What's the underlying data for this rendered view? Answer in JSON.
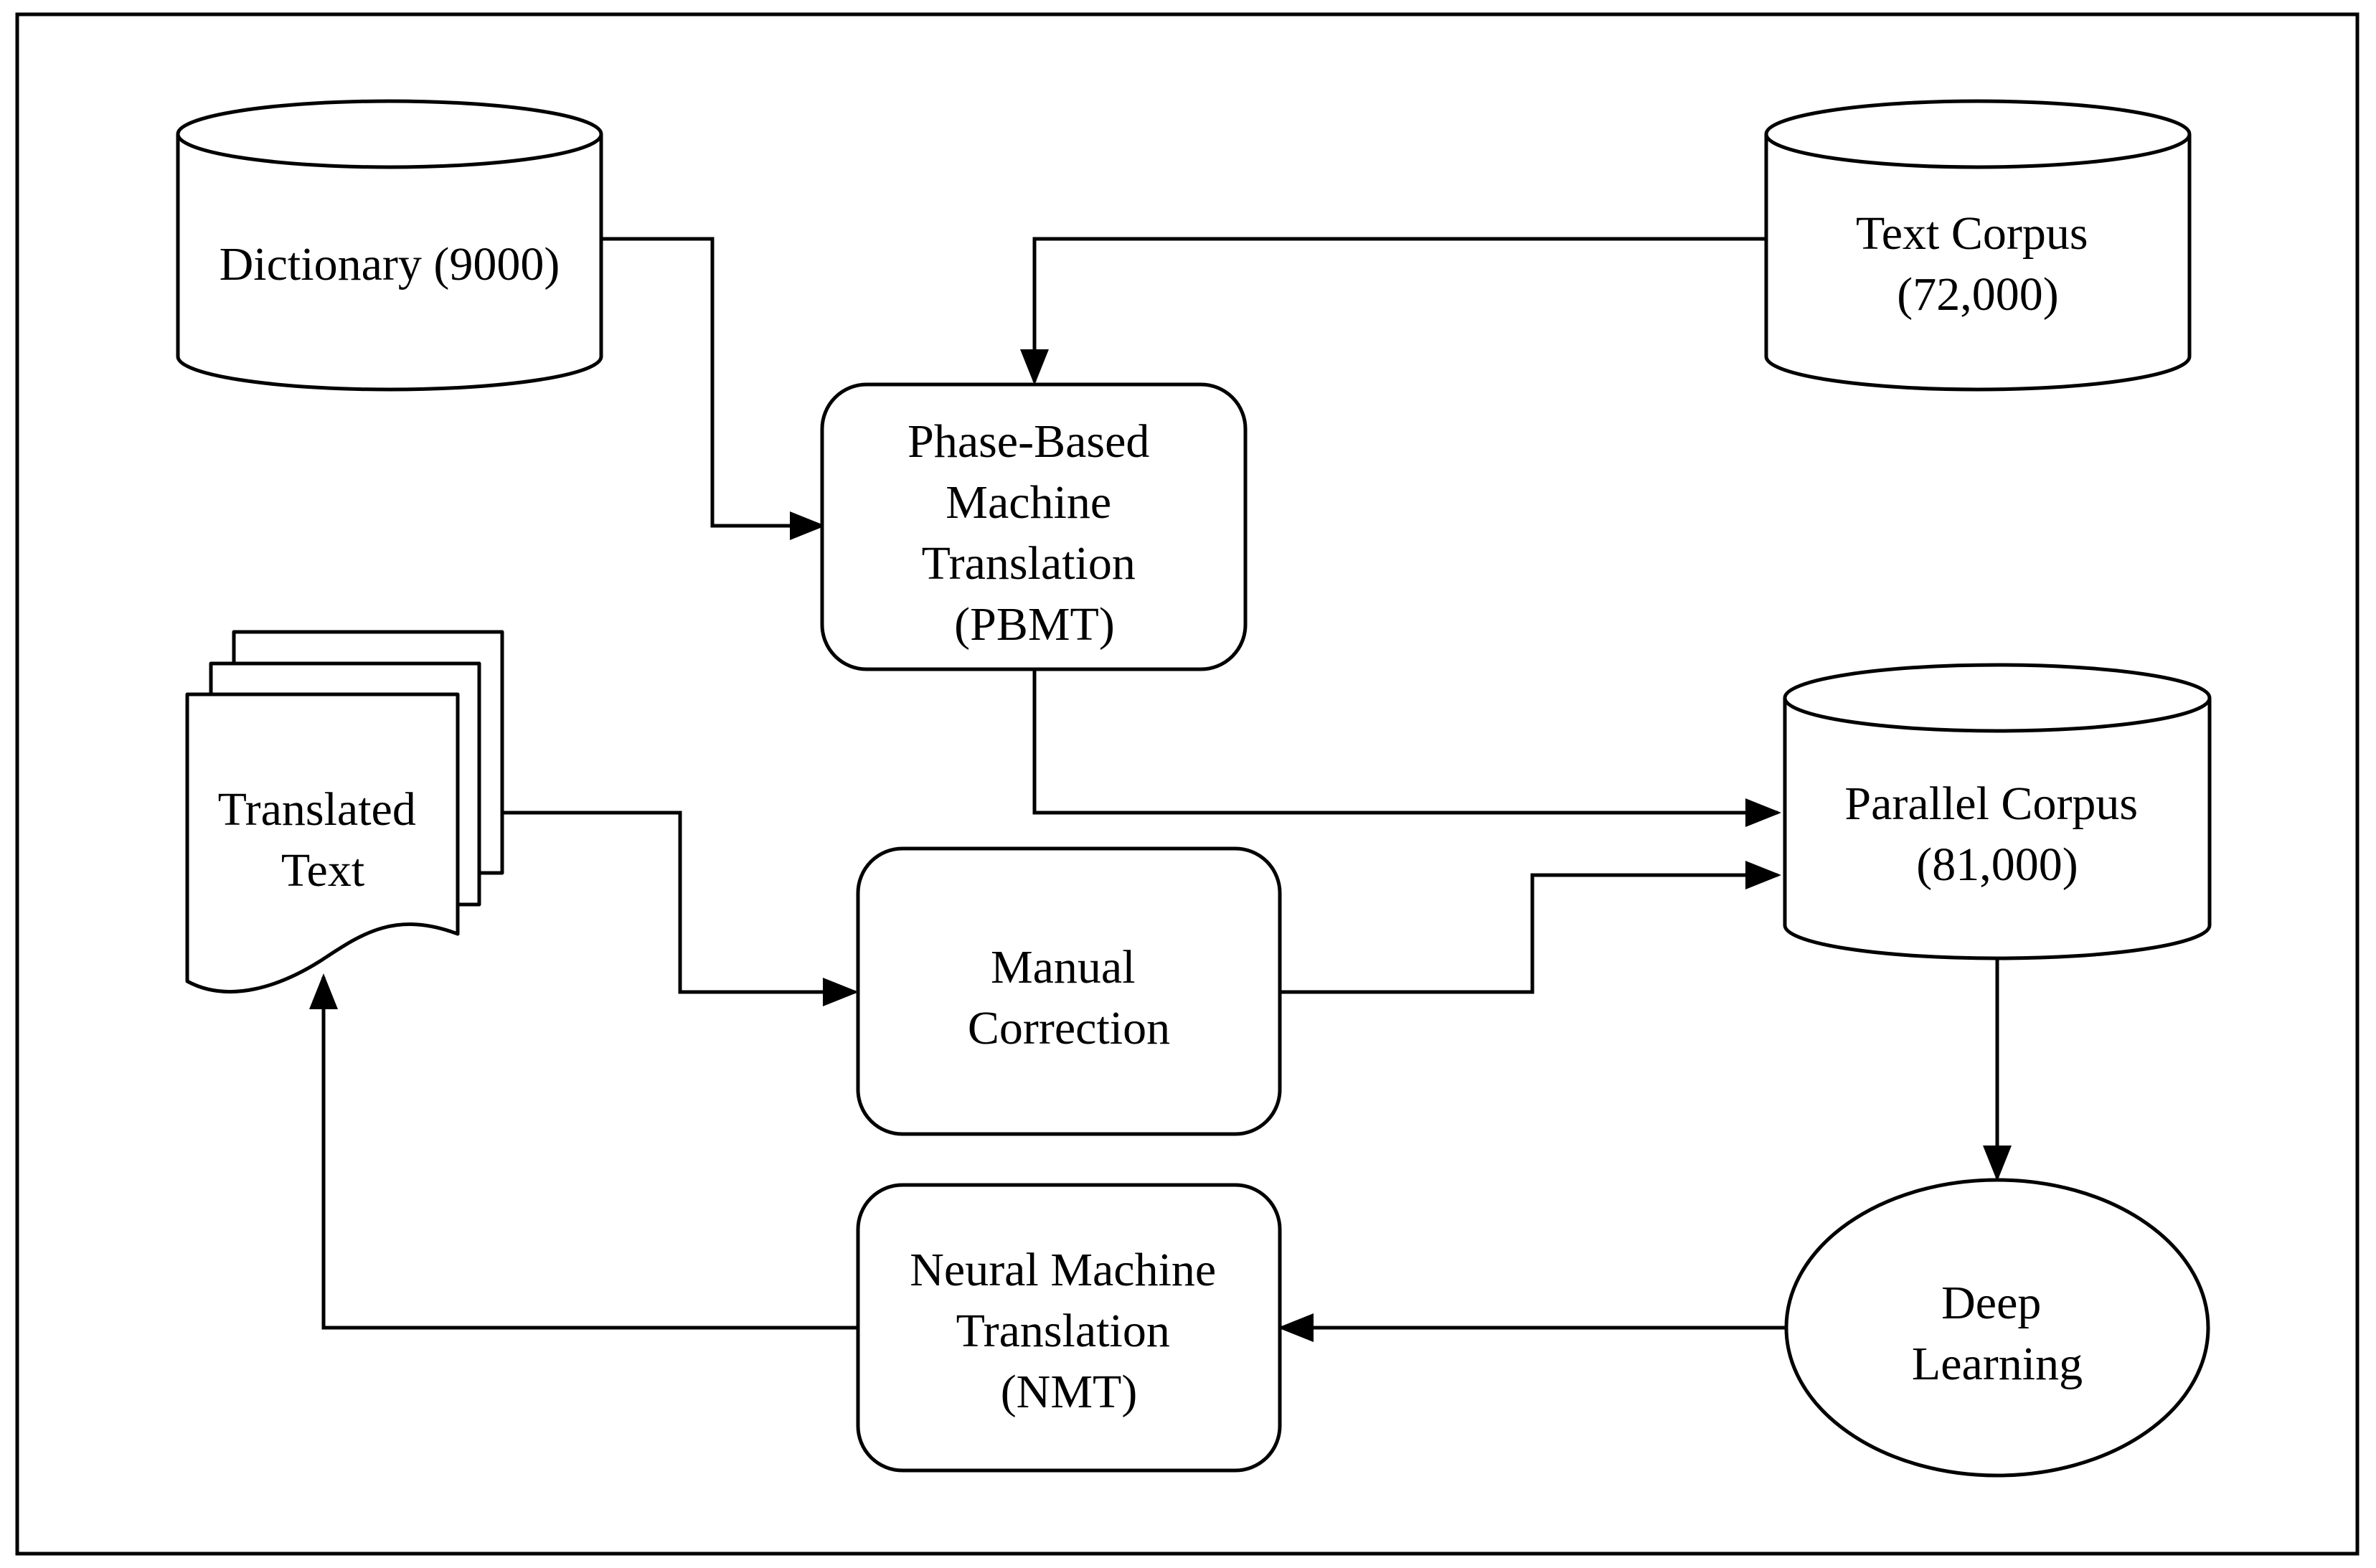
{
  "nodes": {
    "dictionary": {
      "lines": [
        "Dictionary (9000)"
      ]
    },
    "text_corpus": {
      "lines": [
        "Text Corpus",
        "(72,000)"
      ]
    },
    "pbmt": {
      "lines": [
        "Phase-Based",
        "Machine",
        "Translation",
        "(PBMT)"
      ]
    },
    "translated_text": {
      "lines": [
        "Translated",
        "Text"
      ]
    },
    "parallel_corpus": {
      "lines": [
        "Parallel Corpus",
        "(81,000)"
      ]
    },
    "manual_correction": {
      "lines": [
        "Manual",
        "Correction"
      ]
    },
    "nmt": {
      "lines": [
        "Neural Machine",
        "Translation",
        "(NMT)"
      ]
    },
    "deep_learning": {
      "lines": [
        "Deep",
        "Learning"
      ]
    }
  },
  "edges": [
    {
      "from": "dictionary",
      "to": "pbmt"
    },
    {
      "from": "text_corpus",
      "to": "pbmt"
    },
    {
      "from": "pbmt",
      "to": "parallel_corpus"
    },
    {
      "from": "translated_text",
      "to": "manual_correction"
    },
    {
      "from": "manual_correction",
      "to": "parallel_corpus"
    },
    {
      "from": "parallel_corpus",
      "to": "deep_learning"
    },
    {
      "from": "deep_learning",
      "to": "nmt"
    },
    {
      "from": "nmt",
      "to": "translated_text"
    }
  ]
}
